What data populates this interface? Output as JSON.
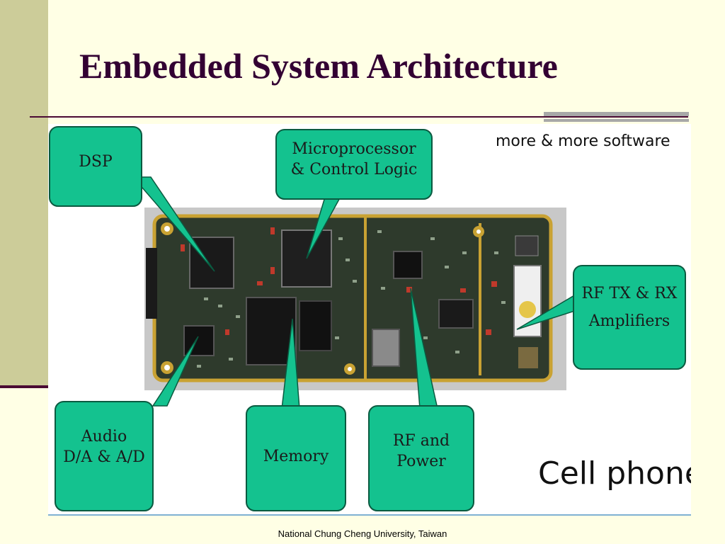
{
  "slide": {
    "title": "Embedded System Architecture",
    "footer": "National Chung Cheng University, Taiwan"
  },
  "figure": {
    "note": "more & more software",
    "device_label": "Cell phone",
    "callout_color": "#14C28F",
    "board_color": "#2E3A2C",
    "board_edge_color": "#C9A233",
    "callouts": {
      "dsp": "DSP",
      "micro_line1": "Microprocessor",
      "micro_line2": "& Control Logic",
      "rf_amp_line1": "RF TX & RX",
      "rf_amp_line2": "Amplifiers",
      "audio_line1": "Audio",
      "audio_line2": "D/A & A/D",
      "memory": "Memory",
      "rf_power_line1": "RF and",
      "rf_power_line2": "Power"
    }
  }
}
